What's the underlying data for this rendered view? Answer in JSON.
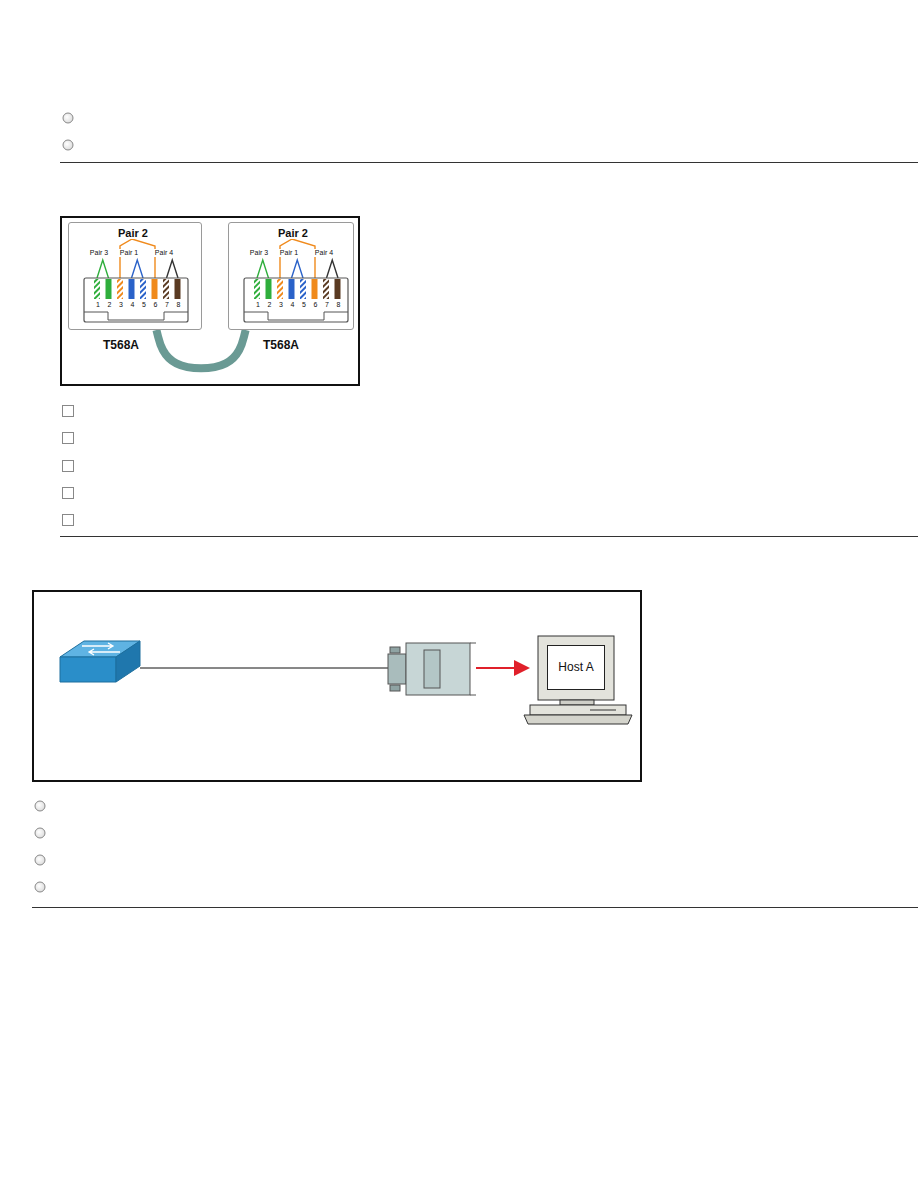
{
  "diagram": {
    "nodes": [
      {
        "text": [
          "Pair 2",
          "Pair 3",
          "Pair 1",
          "Pair 4",
          "1",
          "2",
          "3",
          "4",
          "5",
          "6",
          "7",
          "8",
          "T568A"
        ]
      },
      {
        "text": [
          "Pair 2",
          "Pair 3",
          "Pair 1",
          "Pair 4",
          "1",
          "2",
          "3",
          "4",
          "5",
          "6",
          "7",
          "8",
          "T568A"
        ]
      },
      {
        "text": [
          "Host A"
        ]
      }
    ],
    "edges": [
      {
        "from": 0,
        "to": 1,
        "arrow": "none"
      }
    ]
  }
}
